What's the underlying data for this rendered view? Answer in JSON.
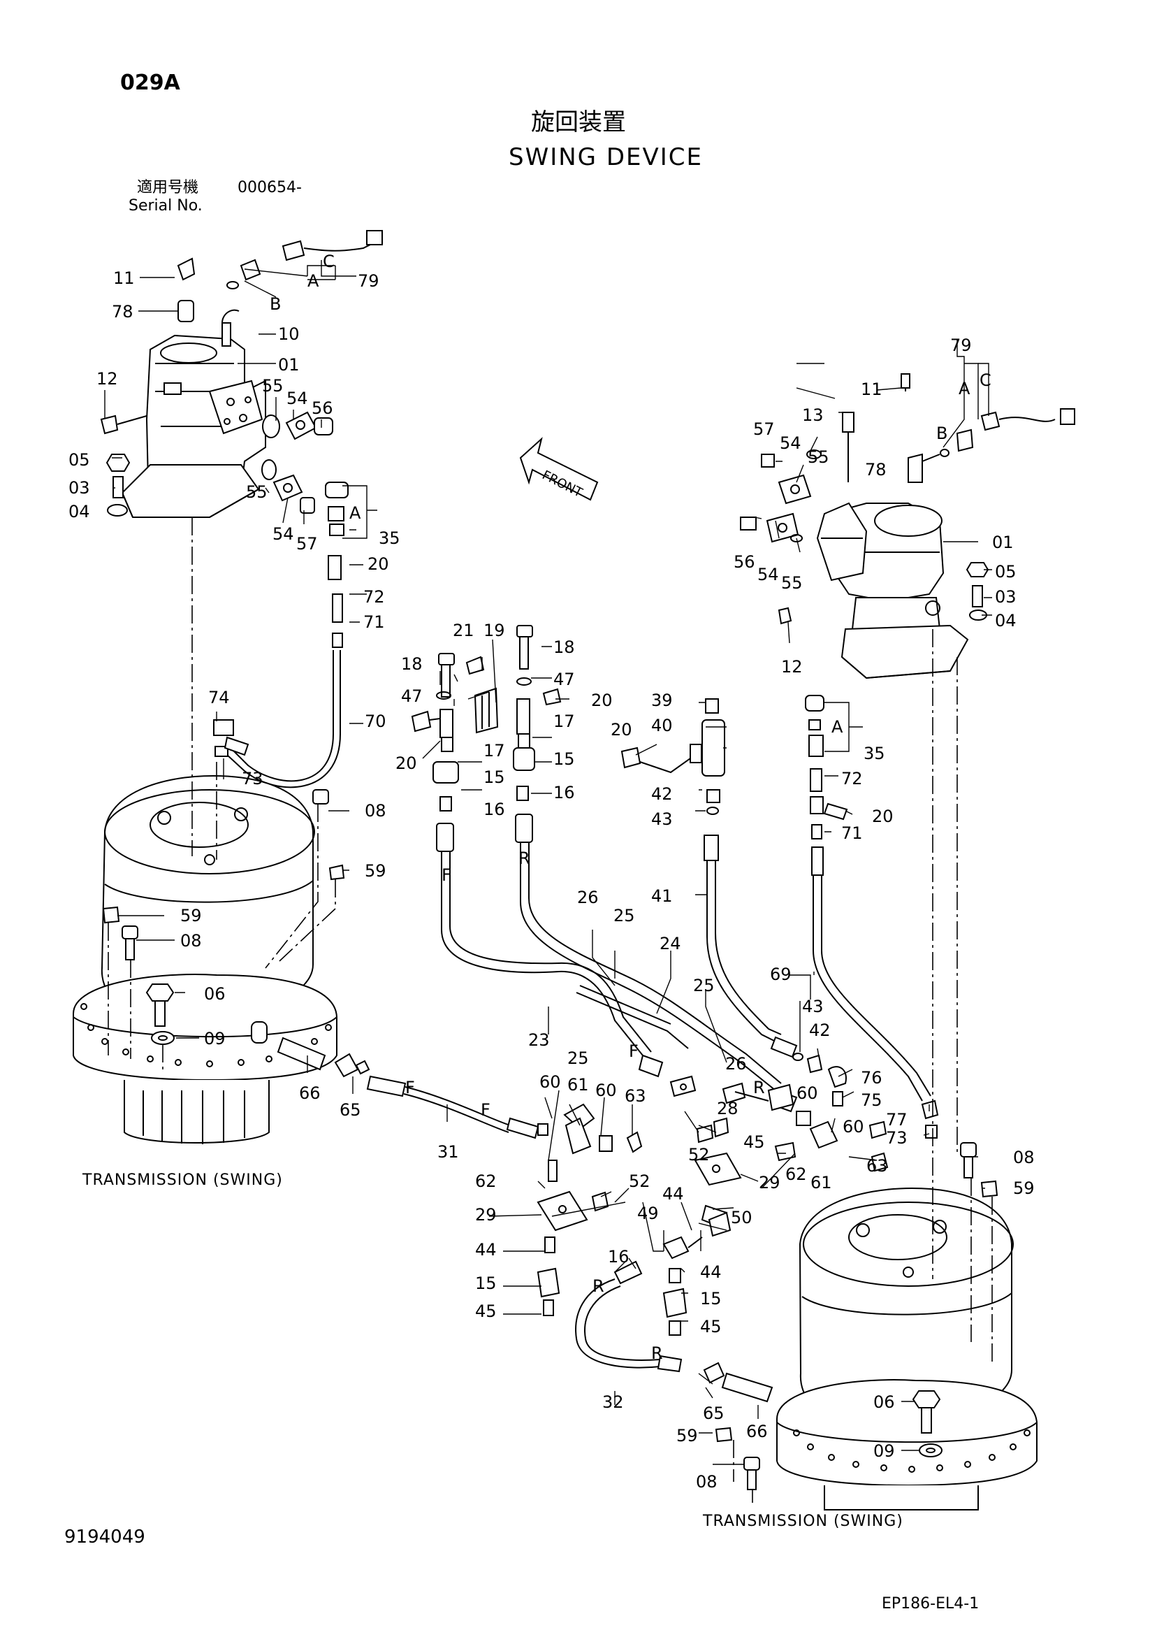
{
  "header": {
    "page_code": "029A",
    "title_jp": "旋回装置",
    "title_en": "SWING DEVICE",
    "serial_label_jp": "適用号機",
    "serial_value": "000654-",
    "serial_label_en": "Serial No."
  },
  "footer": {
    "drawing_number": "9194049",
    "reference_code": "EP186-EL4-1"
  },
  "assembly_labels": {
    "transmission_left": "TRANSMISSION (SWING)",
    "transmission_right": "TRANSMISSION (SWING)",
    "front_arrow": "FRONT"
  },
  "callouts": {
    "letters": [
      "A",
      "B",
      "C",
      "F",
      "R"
    ],
    "left_motor": [
      "11",
      "78",
      "79",
      "10",
      "01",
      "12",
      "55",
      "54",
      "56",
      "05",
      "03",
      "04",
      "57",
      "35",
      "20",
      "72",
      "71",
      "70",
      "74",
      "73"
    ],
    "right_motor": [
      "79",
      "11",
      "13",
      "57",
      "54",
      "55",
      "78",
      "56",
      "01",
      "05",
      "03",
      "04",
      "12",
      "35",
      "72",
      "20",
      "71",
      "69"
    ],
    "left_transmission": [
      "08",
      "59",
      "06",
      "09",
      "66",
      "65",
      "31"
    ],
    "center_piping": [
      "21",
      "19",
      "18",
      "47",
      "20",
      "17",
      "15",
      "16",
      "39",
      "40",
      "42",
      "43",
      "41",
      "26",
      "25",
      "24",
      "23",
      "28",
      "60",
      "61",
      "63",
      "62",
      "52",
      "45",
      "29",
      "49",
      "44",
      "50",
      "32",
      "76",
      "75",
      "77",
      "73"
    ],
    "right_transmission": [
      "08",
      "59",
      "06",
      "09",
      "66",
      "65"
    ]
  }
}
